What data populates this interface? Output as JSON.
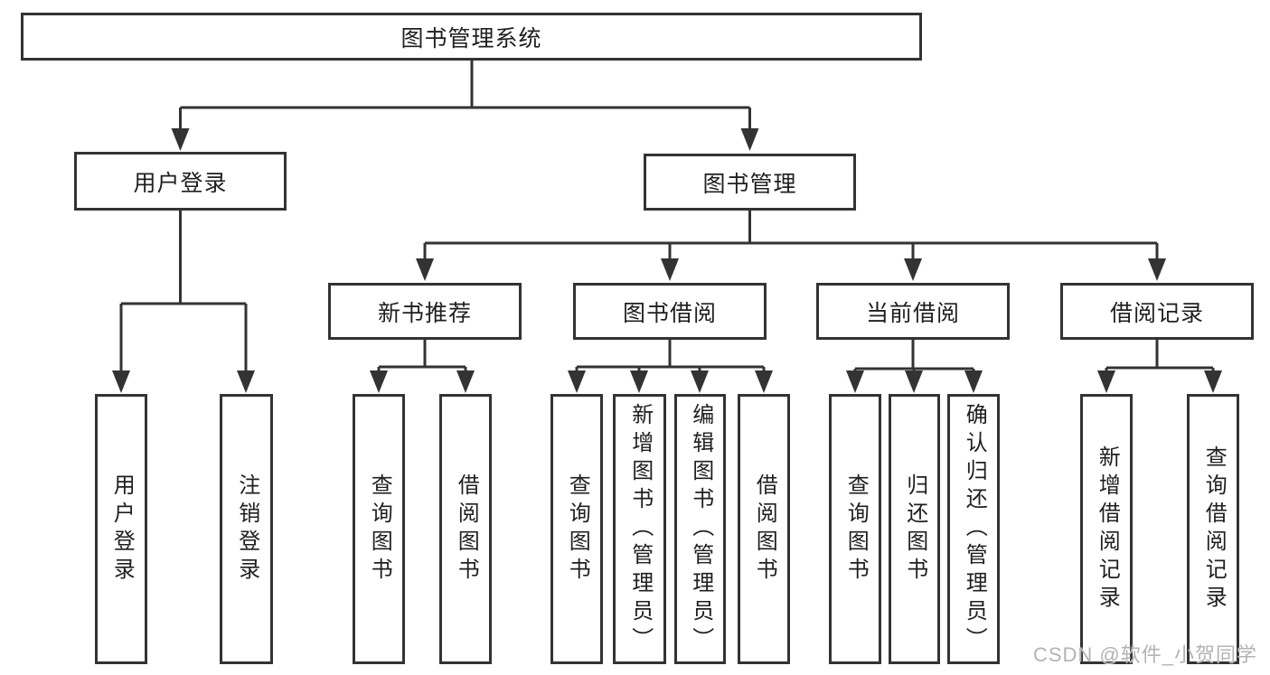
{
  "diagram": {
    "root": {
      "label": "图书管理系统",
      "children": [
        {
          "label": "用户登录",
          "children": [
            {
              "label": "用户登录"
            },
            {
              "label": "注销登录"
            }
          ]
        },
        {
          "label": "图书管理",
          "children": [
            {
              "label": "新书推荐",
              "children": [
                {
                  "label": "查询图书"
                },
                {
                  "label": "借阅图书"
                }
              ]
            },
            {
              "label": "图书借阅",
              "children": [
                {
                  "label": "查询图书"
                },
                {
                  "label": "新增图书（管理员）"
                },
                {
                  "label": "编辑图书（管理员）"
                },
                {
                  "label": "借阅图书"
                }
              ]
            },
            {
              "label": "当前借阅",
              "children": [
                {
                  "label": "查询图书"
                },
                {
                  "label": "归还图书"
                },
                {
                  "label": "确认归还（管理员）"
                }
              ]
            },
            {
              "label": "借阅记录",
              "children": [
                {
                  "label": "新增借阅记录"
                },
                {
                  "label": "查询借阅记录"
                }
              ]
            }
          ]
        }
      ]
    }
  },
  "watermark": {
    "text": "CSDN @软件_小贺同学"
  },
  "colors": {
    "line": "#333333",
    "box_border": "#333333",
    "box_fill": "#ffffff",
    "text": "#1f1f1f",
    "background": "#ffffff",
    "watermark": "#b3b3b3"
  }
}
